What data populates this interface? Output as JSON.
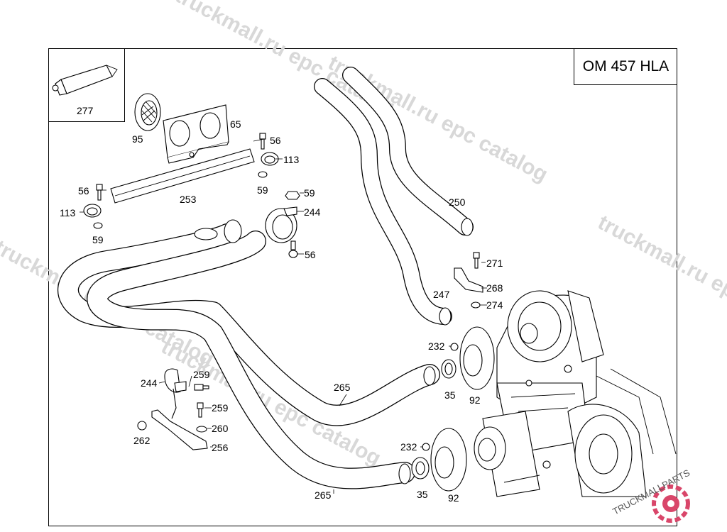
{
  "model_designation": "OM 457 HLA",
  "watermark": {
    "text": "truckmall.ru epc catalog",
    "brand_logo": "TRUCKMALLPARTS",
    "logo_color": "#d9466a"
  },
  "callouts": {
    "c277": "277",
    "c95": "95",
    "c65": "65",
    "c56a": "56",
    "c113a": "113",
    "c59a": "59",
    "c253": "253",
    "c56b": "56",
    "c113b": "113",
    "c59b": "59",
    "c59c": "59",
    "c244a": "244",
    "c56c": "56",
    "c250": "250",
    "c271": "271",
    "c268": "268",
    "c274": "274",
    "c247": "247",
    "c232a": "232",
    "c35a": "35",
    "c92a": "92",
    "c265a": "265",
    "c244b": "244",
    "c259a": "259",
    "c259b": "259",
    "c260": "260",
    "c262": "262",
    "c256": "256",
    "c232b": "232",
    "c35b": "35",
    "c92b": "92",
    "c265b": "265"
  }
}
